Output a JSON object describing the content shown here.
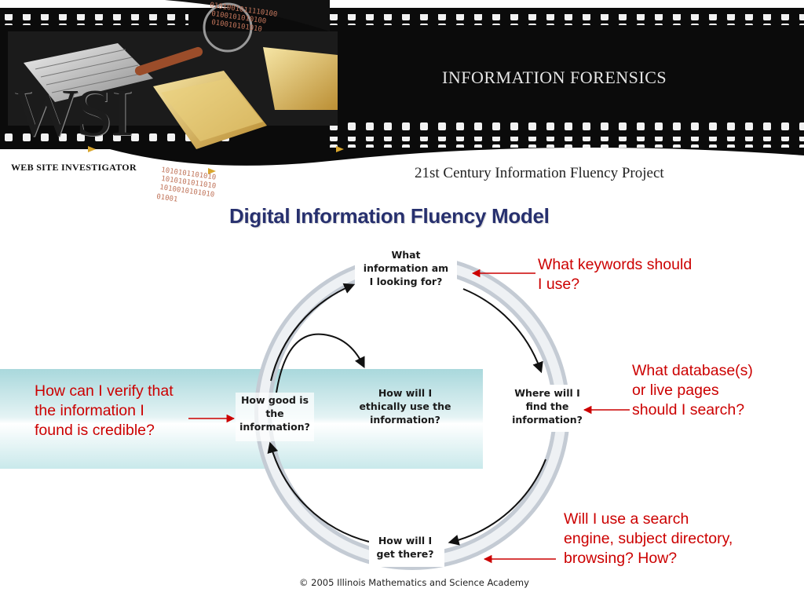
{
  "header": {
    "logo": "WSI",
    "logo_subtitle": "WEB SITE INVESTIGATOR",
    "title": "INFORMATION FORENSICS",
    "project": "21st Century Information Fluency Project",
    "binary_lines": [
      "0101001011110100",
      "0100101010100",
      "010010101010",
      "1010101101010",
      "1010101011010",
      "1010010101010",
      "01001"
    ]
  },
  "model": {
    "title": "Digital Information Fluency Model",
    "nodes": {
      "what_information": [
        "What",
        "information am",
        "I looking for?"
      ],
      "where_find": [
        "Where will I",
        "find the",
        "information?"
      ],
      "how_get_there": [
        "How will I",
        "get there?"
      ],
      "how_good": [
        "How good is",
        "the",
        "information?"
      ],
      "ethically_use": [
        "How will I",
        "ethically use the",
        "information?"
      ]
    }
  },
  "questions": {
    "keywords": [
      "What keywords should",
      "I use?"
    ],
    "databases": [
      "What database(s)",
      "or live pages",
      "should I search?"
    ],
    "search_engine": [
      "Will I use a search",
      "engine, subject directory,",
      "browsing? How?"
    ],
    "verify": [
      "How can I verify that",
      "the information I",
      "found is credible?"
    ]
  },
  "footer": {
    "copyright": "© 2005 Illinois Mathematics and Science Academy"
  },
  "colors": {
    "question_text": "#cc0000",
    "title_text": "#27306e",
    "banner": "#a9d8dc"
  }
}
